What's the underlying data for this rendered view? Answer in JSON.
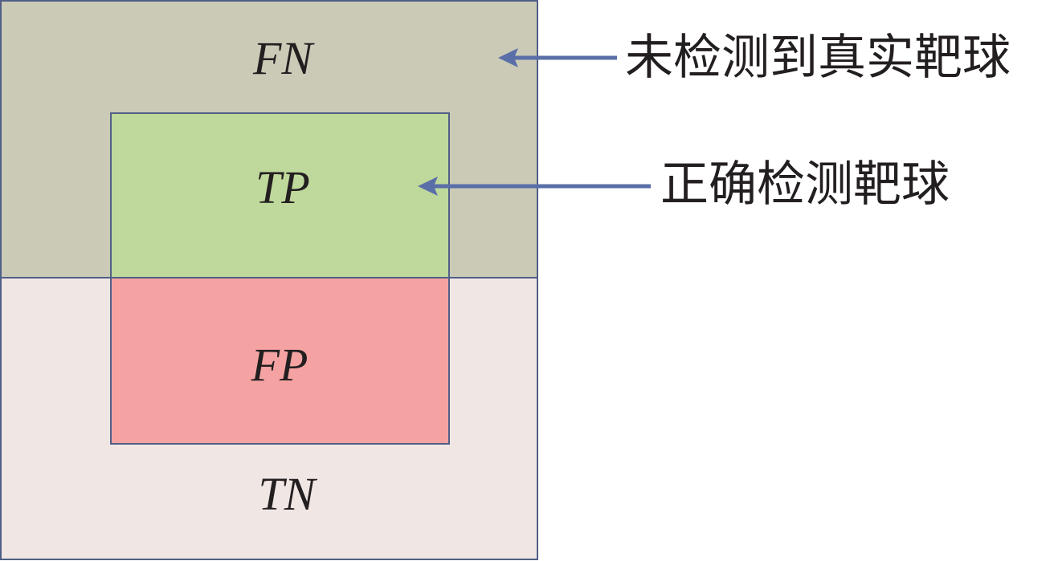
{
  "regions": {
    "fn": {
      "label": "FN",
      "color": "#cbcab7"
    },
    "tp": {
      "label": "TP",
      "color": "#bfd99c"
    },
    "fp": {
      "label": "FP",
      "color": "#f5a3a2"
    },
    "tn": {
      "label": "TN",
      "color": "#f0e6e4"
    }
  },
  "callouts": {
    "fn_text": "未检测到真实靶球",
    "tp_text": "正确检测靶球"
  },
  "colors": {
    "border": "#4f5f86",
    "arrow": "#5a6fa8",
    "text": "#231f20"
  }
}
